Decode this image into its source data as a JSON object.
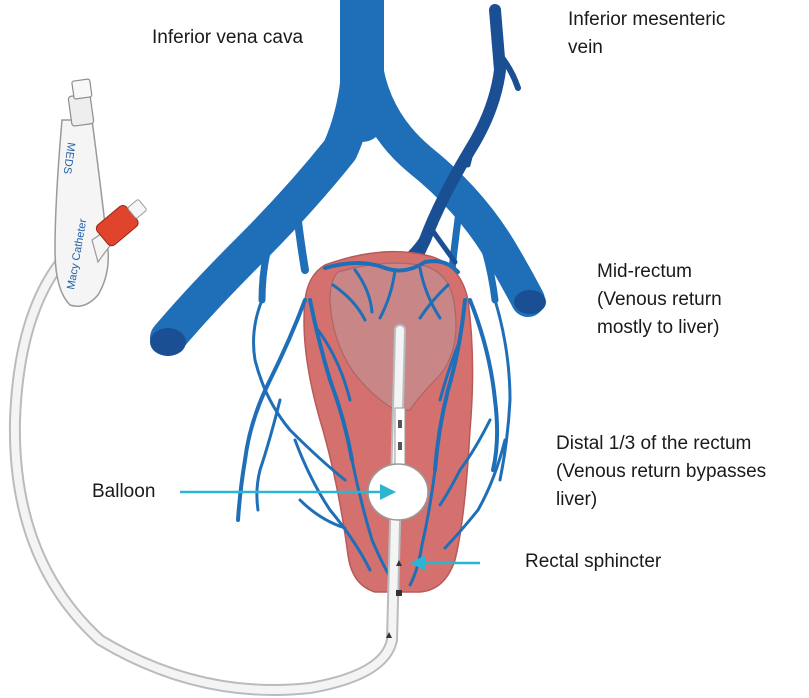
{
  "labels": {
    "ivc": "Inferior vena cava",
    "imv": "Inferior mesenteric\n vein",
    "mid_rectum": "Mid-rectum\n(Venous return\nmostly to liver)",
    "distal": "Distal 1/3 of the rectum\n(Venous return bypasses\nliver)",
    "balloon": "Balloon",
    "sphincter": "Rectal sphincter"
  },
  "catheter": {
    "brand_text": "Macy Catheter",
    "maker_text": "MEDS"
  },
  "colors": {
    "vein": "#1f6fb8",
    "vein_dark": "#1a4f93",
    "rectum_outer": "#d4716f",
    "rectum_inner": "#c98686",
    "arrow": "#2cb5d0",
    "catheter_valve": "#e0442c"
  }
}
